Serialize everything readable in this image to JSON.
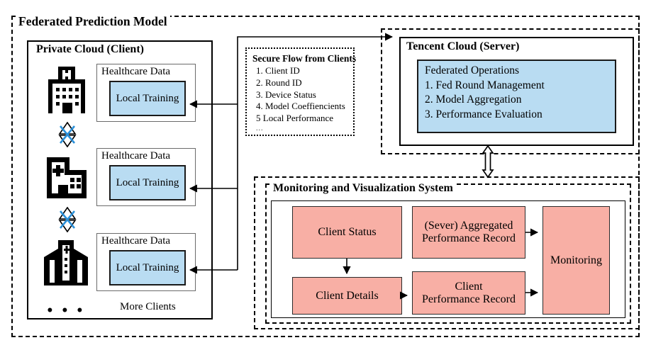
{
  "diagram": {
    "title": "Federated Prediction Model",
    "colors": {
      "client_fill": "#b9dcf2",
      "server_fill": "#b9dcf2",
      "monitor_fill": "#f8afa5",
      "stroke": "#000000",
      "connector_accent": "#2a8fd8"
    }
  },
  "private_cloud": {
    "title": "Private Cloud (Client)",
    "clients": [
      {
        "icon": "hospital-h-building-icon",
        "data_box_label": "Healthcare Data",
        "training_label": "Local Training"
      },
      {
        "icon": "hospital-cross-building-icon",
        "data_box_label": "Healthcare Data",
        "training_label": "Local Training"
      },
      {
        "icon": "hospital-tower-building-icon",
        "data_box_label": "Healthcare Data",
        "training_label": "Local Training"
      }
    ],
    "more_clients_label": "More Clients",
    "ellipsis": "• • •"
  },
  "secure_flow": {
    "title": "Secure Flow from Clients",
    "items": [
      "1. Client ID",
      "2. Round ID",
      "3. Device Status",
      "4. Model Coeffiencients",
      "5 Local Performance"
    ],
    "continuation": "..."
  },
  "server": {
    "title": "Tencent Cloud (Server)",
    "panel_heading": "Federated Operations",
    "operations": [
      "1. Fed Round Management",
      "2. Model Aggregation",
      "3. Performance Evaluation"
    ]
  },
  "monitoring": {
    "title": "Monitoring and Visualization System",
    "boxes": [
      {
        "id": "client-status",
        "label": "Client Status"
      },
      {
        "id": "server-aggregated-performance-record",
        "label": "(Sever) Aggregated\nPerformance Record"
      },
      {
        "id": "monitoring",
        "label": "Monitoring"
      },
      {
        "id": "client-details",
        "label": "Client Details"
      },
      {
        "id": "client-performance-record",
        "label": "Client\nPerformance Record"
      }
    ]
  }
}
